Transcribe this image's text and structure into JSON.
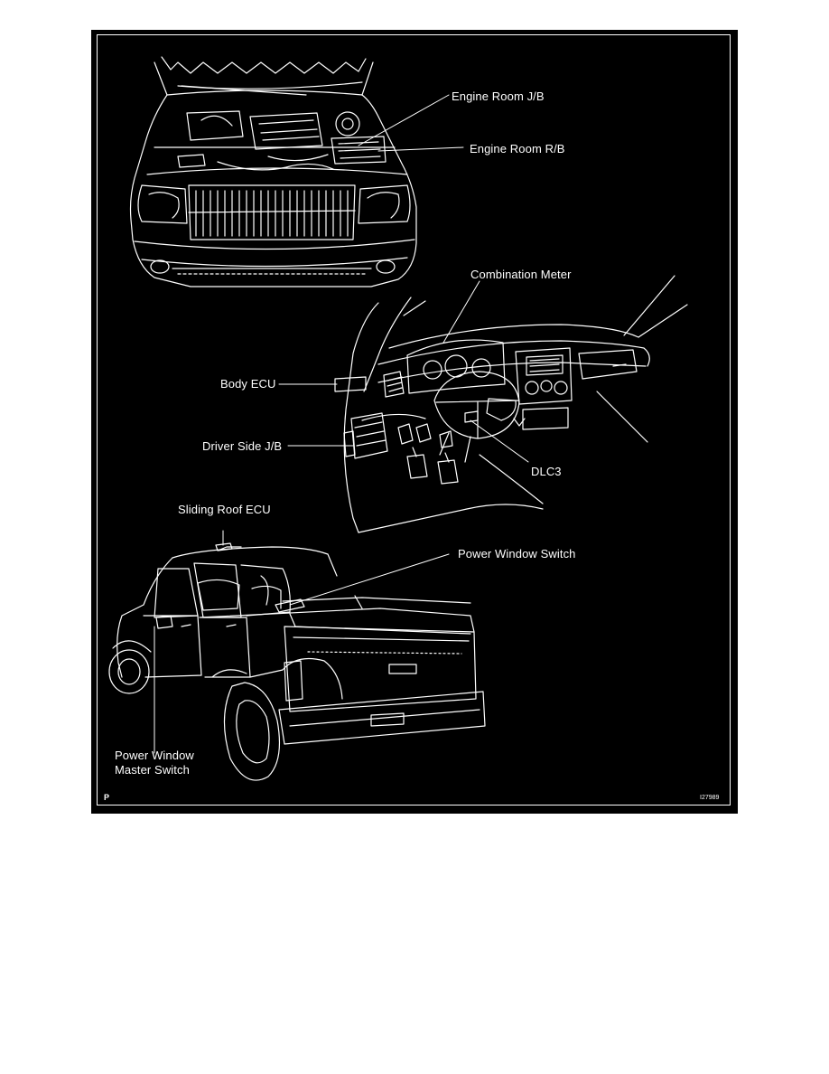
{
  "labels": {
    "engine_room_jb": "Engine Room J/B",
    "engine_room_rb": "Engine Room R/B",
    "combination_meter": "Combination Meter",
    "body_ecu": "Body ECU",
    "driver_side_jb": "Driver Side J/B",
    "dlc3": "DLC3",
    "sliding_roof_ecu": "Sliding Roof ECU",
    "power_window_switch": "Power Window Switch",
    "power_window_master_line1": "Power Window",
    "power_window_master_line2": "Master Switch"
  },
  "corner_marks": {
    "page_code": "P",
    "figure_id": "I27989"
  },
  "colors": {
    "background": "#000000",
    "line_art": "#ffffff",
    "page": "#ffffff"
  }
}
